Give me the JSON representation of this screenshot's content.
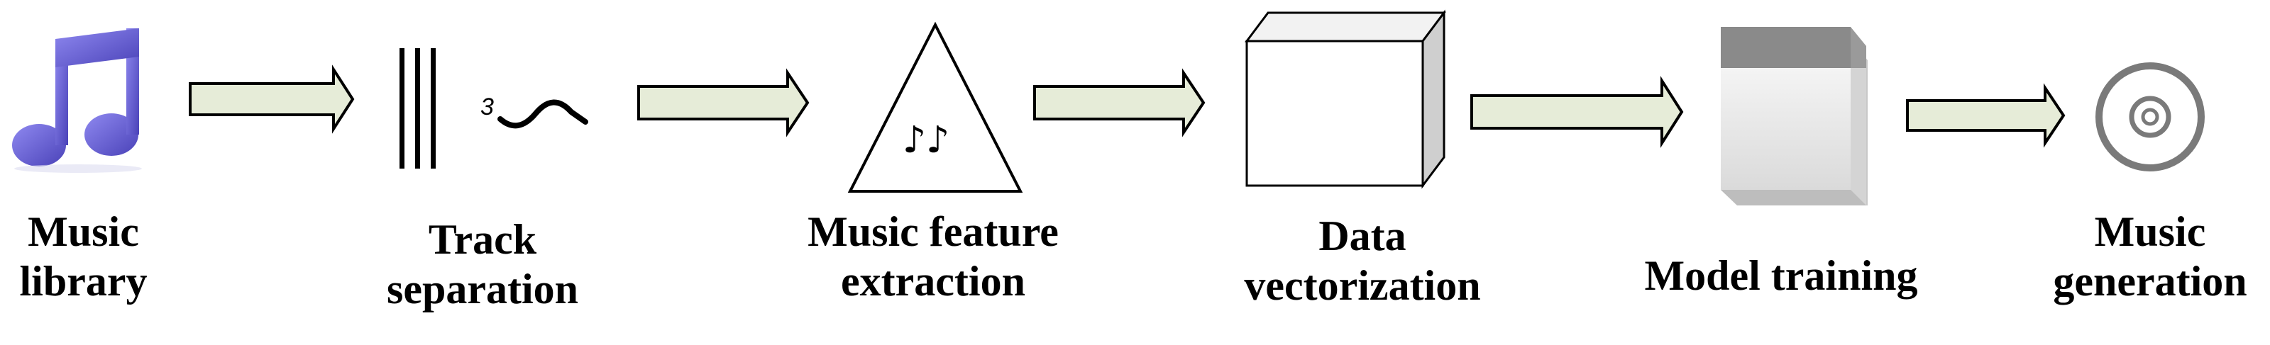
{
  "steps": [
    {
      "id": "music-library",
      "line1": "Music",
      "line2": "library"
    },
    {
      "id": "track-separation",
      "line1": "Track",
      "line2": "separation"
    },
    {
      "id": "music-feature-extraction",
      "line1": "Music feature",
      "line2": "extraction"
    },
    {
      "id": "data-vectorization",
      "line1": "Data",
      "line2": "vectorization"
    },
    {
      "id": "model-training",
      "line1": "Model training",
      "line2": ""
    },
    {
      "id": "music-generation",
      "line1": "Music",
      "line2": "generation"
    }
  ],
  "icons": {
    "music_library": "music-note-icon",
    "track_separation": "track-lines-icon",
    "feature_extraction": "triangle-notes-icon",
    "vectorization": "cube-icon",
    "model_training": "document-block-icon",
    "generation": "disc-icon"
  },
  "track_separation_symbol": "3",
  "triangle_glyph": "♪♪",
  "colors": {
    "arrow_fill": "#e6ecd8",
    "stroke": "#000000",
    "note_purple": "#6a63d6",
    "cube_side": "#cfcfcf",
    "doc_header": "#8a8a8a",
    "doc_body": "#eeeeee",
    "disc_gray": "#7a7a7a"
  }
}
